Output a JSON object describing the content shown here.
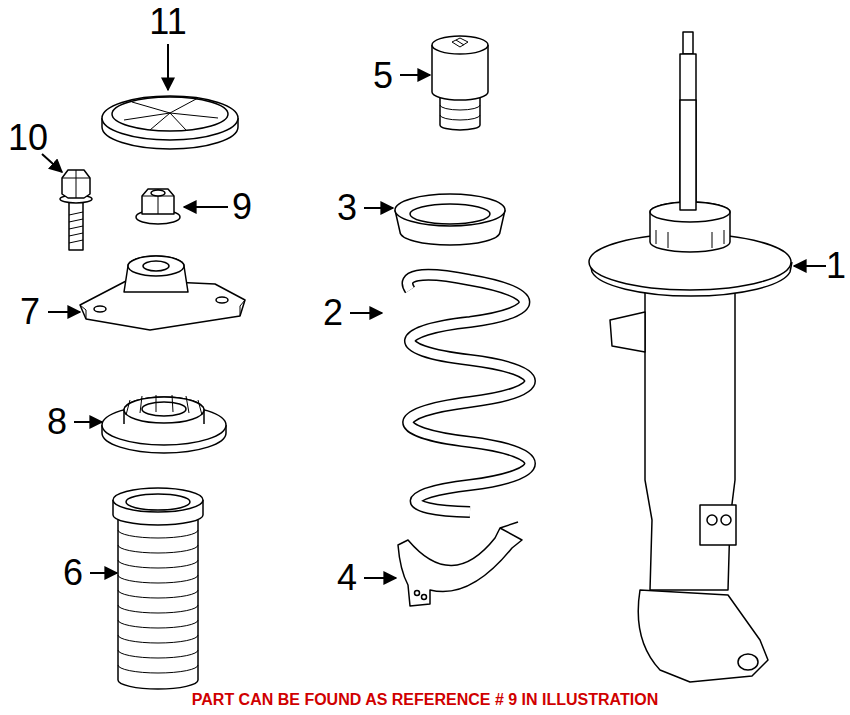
{
  "diagram": {
    "labels": [
      "11",
      "10",
      "9",
      "5",
      "3",
      "1",
      "7",
      "2",
      "8",
      "6",
      "4",
      "PART CAN BE FOUND AS REFERENCE # 9 IN ILLUSTRATION"
    ]
  }
}
